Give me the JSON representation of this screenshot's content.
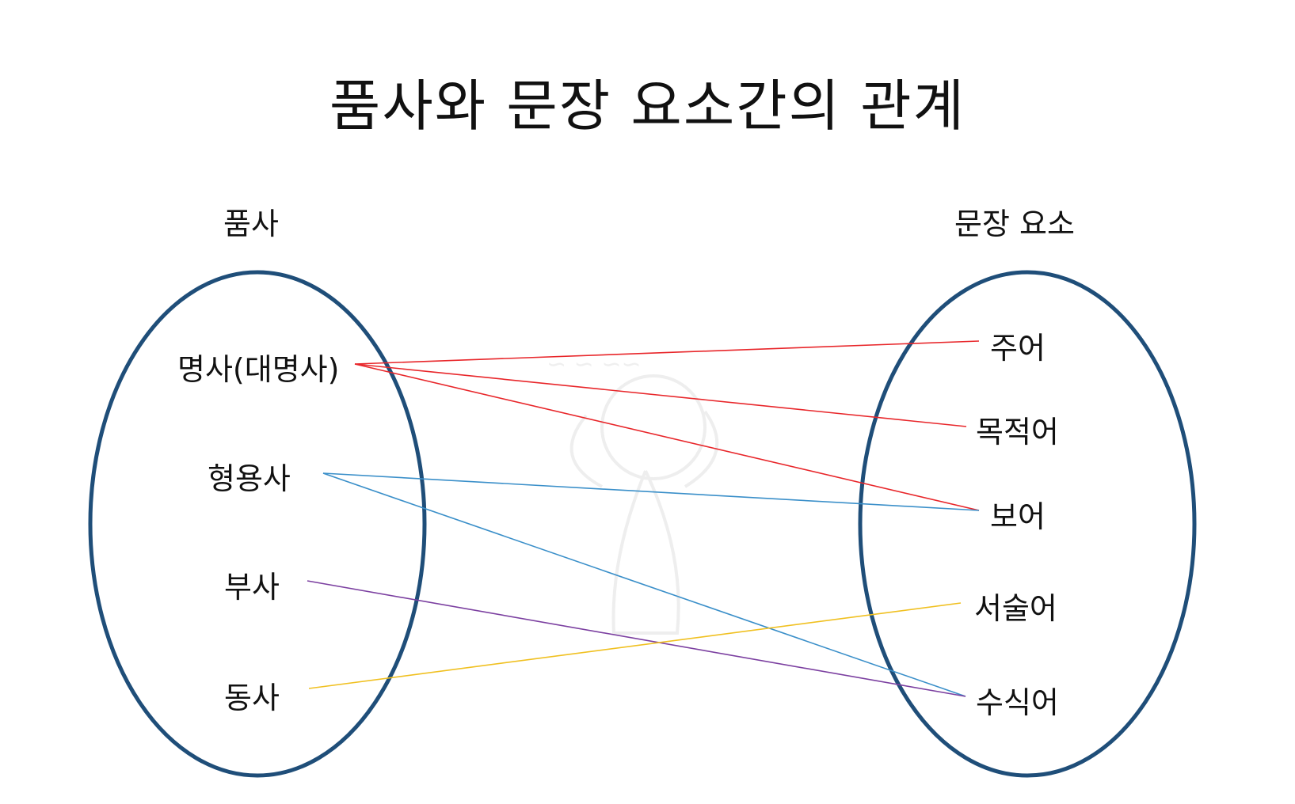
{
  "title": "품사와 문장 요소간의 관계",
  "left_heading": "품사",
  "right_heading": "문장 요소",
  "parts_of_speech": [
    {
      "id": "noun",
      "label": "명사(대명사)"
    },
    {
      "id": "adjective",
      "label": "형용사"
    },
    {
      "id": "adverb",
      "label": "부사"
    },
    {
      "id": "verb",
      "label": "동사"
    }
  ],
  "sentence_elements": [
    {
      "id": "subject",
      "label": "주어"
    },
    {
      "id": "object",
      "label": "목적어"
    },
    {
      "id": "complement",
      "label": "보어"
    },
    {
      "id": "predicate",
      "label": "서술어"
    },
    {
      "id": "modifier",
      "label": "수식어"
    }
  ],
  "connections": [
    {
      "from": "noun",
      "to": "subject",
      "color": "#e8262a"
    },
    {
      "from": "noun",
      "to": "object",
      "color": "#e8262a"
    },
    {
      "from": "noun",
      "to": "complement",
      "color": "#e8262a"
    },
    {
      "from": "adjective",
      "to": "complement",
      "color": "#3a8fc9"
    },
    {
      "from": "adjective",
      "to": "modifier",
      "color": "#3a8fc9"
    },
    {
      "from": "adverb",
      "to": "modifier",
      "color": "#7b3fa0"
    },
    {
      "from": "verb",
      "to": "predicate",
      "color": "#f0c020"
    }
  ],
  "ellipse_color": "#1f4e79"
}
